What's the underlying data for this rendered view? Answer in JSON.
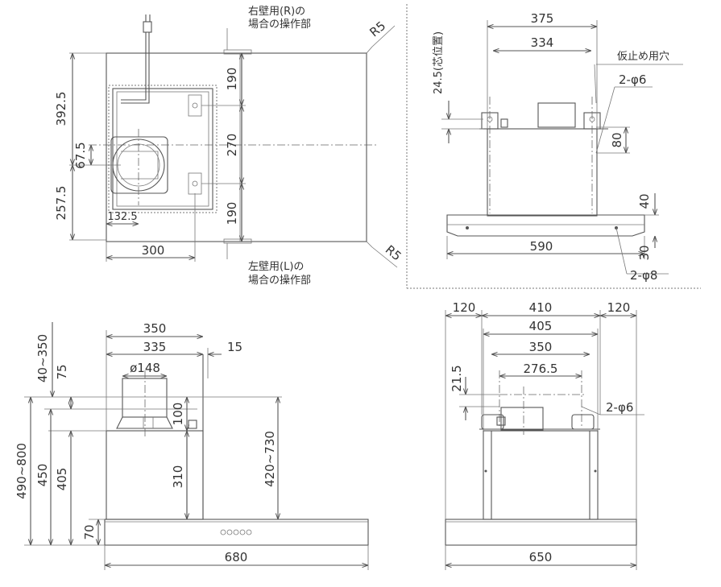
{
  "plan_view": {
    "note_right": [
      "右壁用(R)の",
      "場合の操作部"
    ],
    "note_left": [
      "左壁用(L)の",
      "場合の操作部"
    ],
    "corner_top": "R5",
    "corner_bottom": "R5",
    "dims": {
      "d392": "392.5",
      "d67": "67.5",
      "d257": "257.5",
      "d1325": "132.5",
      "d300": "300",
      "d190a": "190",
      "d270": "270",
      "d190b": "190"
    }
  },
  "right_side_view": {
    "dims": {
      "d375": "375",
      "d334": "334",
      "d245": "24.5(芯位置)",
      "d80": "80",
      "d40": "40",
      "d590": "590",
      "d30": "30"
    },
    "note_hole": "仮止め用穴",
    "note_phi6": "2-φ6",
    "note_phi8": "2-φ8"
  },
  "side_view": {
    "dims": {
      "d350": "350",
      "d335": "335",
      "d15": "15",
      "d148": "ø148",
      "d40350": "40~350",
      "d75": "75",
      "d490800": "490~800",
      "d450": "450",
      "d405": "405",
      "d100": "100",
      "d310": "310",
      "d420730": "420~730",
      "d70": "70",
      "d680": "680"
    }
  },
  "front_view": {
    "dims": {
      "d120l": "120",
      "d410": "410",
      "d120r": "120",
      "d405": "405",
      "d350": "350",
      "d2765": "276.5",
      "d215": "21.5",
      "d650": "650"
    },
    "note_phi6": "2-φ6"
  }
}
